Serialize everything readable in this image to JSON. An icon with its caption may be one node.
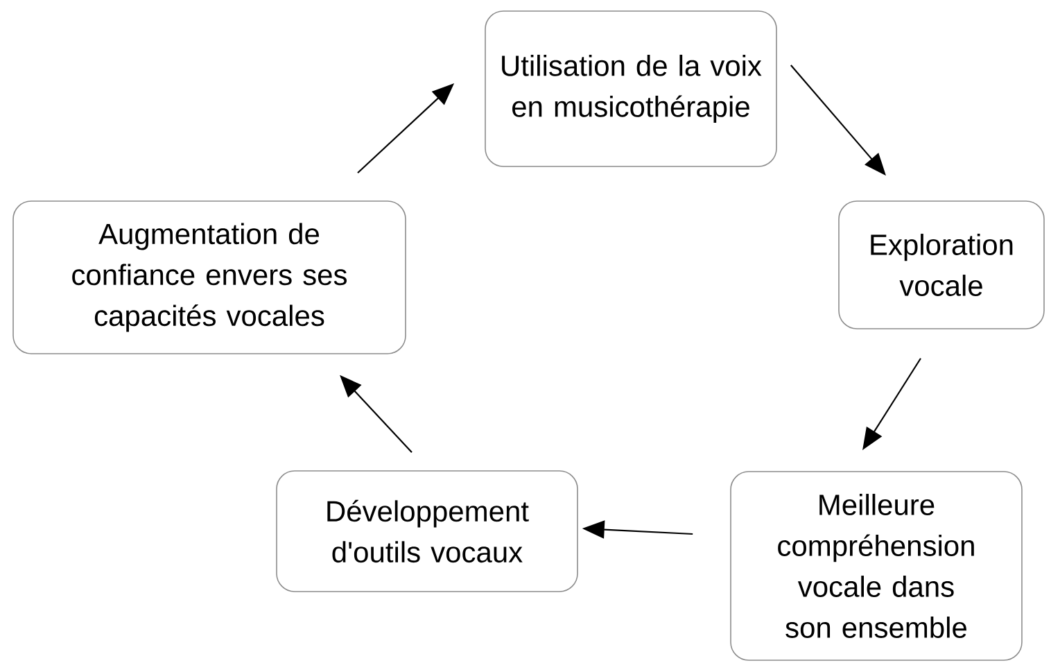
{
  "diagram": {
    "nodes": [
      {
        "text": [
          "Utilisation de la voix en musicothérapie"
        ]
      },
      {
        "text": [
          "Exploration vocale"
        ]
      },
      {
        "text": [
          "Meilleure compréhension vocale dans son ensemble"
        ]
      },
      {
        "text": [
          "Développement d'outils vocaux"
        ]
      },
      {
        "text": [
          "Augmentation de confiance envers ses capacités vocales"
        ]
      }
    ],
    "edges": [
      {
        "from": 0,
        "to": 1,
        "arrow": "to"
      },
      {
        "from": 1,
        "to": 2,
        "arrow": "to"
      },
      {
        "from": 2,
        "to": 3,
        "arrow": "to"
      },
      {
        "from": 3,
        "to": 4,
        "arrow": "to"
      },
      {
        "from": 4,
        "to": 0,
        "arrow": "to"
      }
    ]
  }
}
